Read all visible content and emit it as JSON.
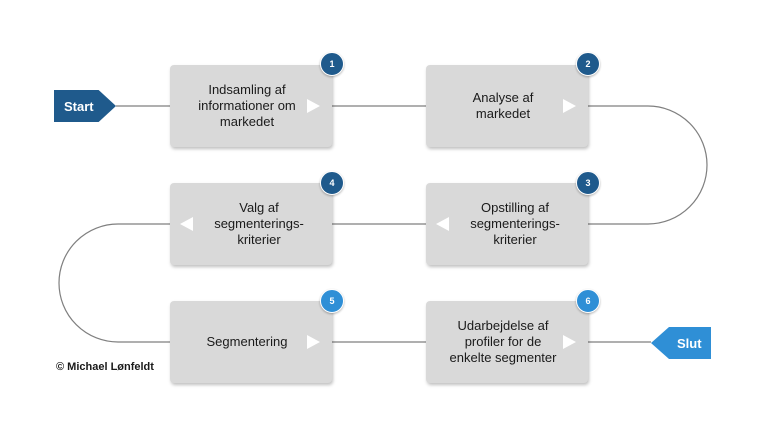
{
  "colors": {
    "start_fill": "#1f5a8c",
    "end_fill": "#2f8fd6",
    "connector": "#7f7f7f",
    "box_fill": "#d9d9d9"
  },
  "start_label": "Start",
  "end_label": "Slut",
  "copyright": "© Michael Lønfeldt",
  "steps": [
    {
      "number": "1",
      "label": "Indsamling af informationer om markedet",
      "badge_color": "#1f5a8c",
      "arrow": "right-arrow-icon"
    },
    {
      "number": "2",
      "label": "Analyse af markedet",
      "badge_color": "#1f5a8c",
      "arrow": "right-arrow-icon"
    },
    {
      "number": "3",
      "label": "Opstilling af segmenterings-kriterier",
      "badge_color": "#1f5a8c",
      "arrow": "left-arrow-icon"
    },
    {
      "number": "4",
      "label": "Valg af segmenterings-kriterier",
      "badge_color": "#1f5a8c",
      "arrow": "left-arrow-icon"
    },
    {
      "number": "5",
      "label": "Segmentering",
      "badge_color": "#2f8fd6",
      "arrow": "right-arrow-icon"
    },
    {
      "number": "6",
      "label": "Udarbejdelse af profiler for de enkelte segmenter",
      "badge_color": "#2f8fd6",
      "arrow": "right-arrow-icon"
    }
  ]
}
